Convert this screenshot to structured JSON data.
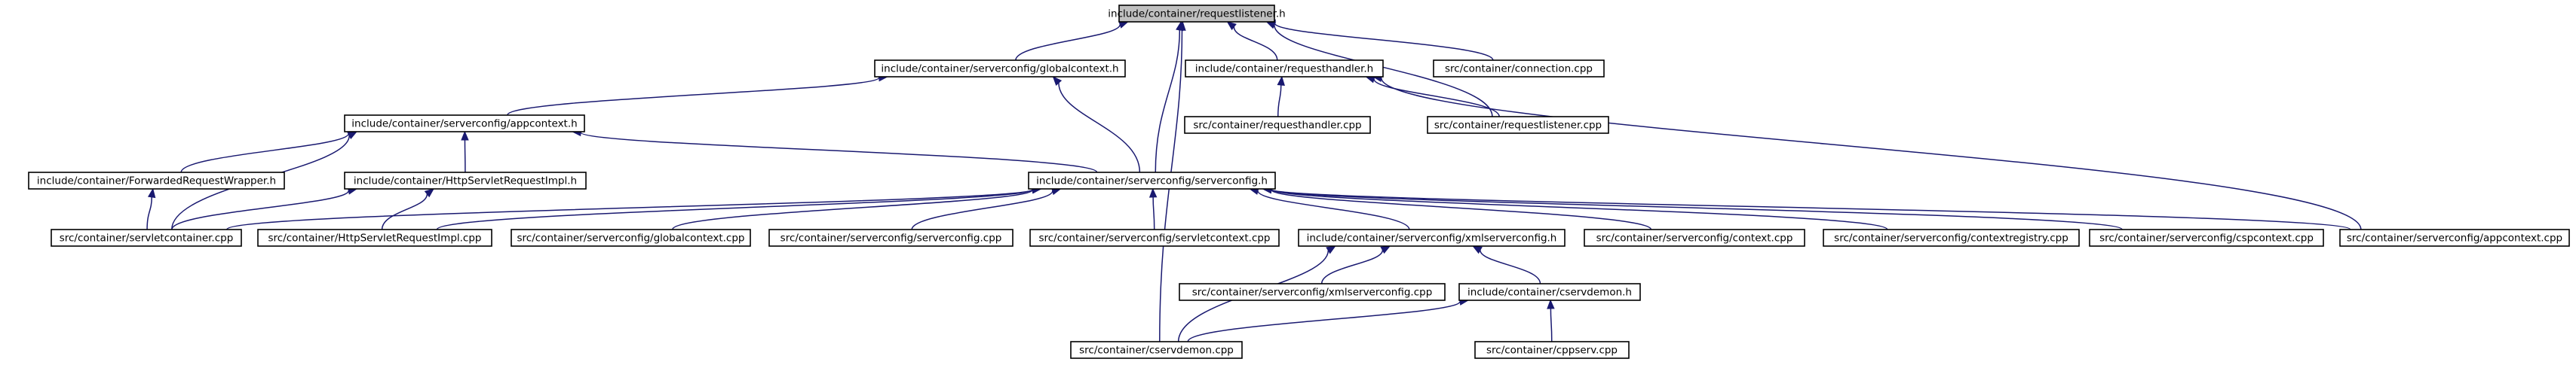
{
  "nodes": [
    {
      "id": "requestlistener_h",
      "label": "include/container/requestlistener.h",
      "root": true
    },
    {
      "id": "globalcontext_h",
      "label": "include/container/serverconfig/globalcontext.h"
    },
    {
      "id": "requesthandler_h",
      "label": "include/container/requesthandler.h"
    },
    {
      "id": "connection_cpp",
      "label": "src/container/connection.cpp"
    },
    {
      "id": "appcontext_h",
      "label": "include/container/serverconfig/appcontext.h"
    },
    {
      "id": "requesthandler_cpp",
      "label": "src/container/requesthandler.cpp"
    },
    {
      "id": "requestlistener_cpp",
      "label": "src/container/requestlistener.cpp"
    },
    {
      "id": "fwdwrapper_h",
      "label": "include/container/ForwardedRequestWrapper.h"
    },
    {
      "id": "httpreqimpl_h",
      "label": "include/container/HttpServletRequestImpl.h"
    },
    {
      "id": "serverconfig_h",
      "label": "include/container/serverconfig/serverconfig.h"
    },
    {
      "id": "servletcontainer_cpp",
      "label": "src/container/servletcontainer.cpp"
    },
    {
      "id": "httpreqimpl_cpp",
      "label": "src/container/HttpServletRequestImpl.cpp"
    },
    {
      "id": "globalcontext_cpp",
      "label": "src/container/serverconfig/globalcontext.cpp"
    },
    {
      "id": "serverconfig_cpp",
      "label": "src/container/serverconfig/serverconfig.cpp"
    },
    {
      "id": "servletcontext_cpp",
      "label": "src/container/serverconfig/servletcontext.cpp"
    },
    {
      "id": "xmlserverconfig_h",
      "label": "include/container/serverconfig/xmlserverconfig.h"
    },
    {
      "id": "context_cpp",
      "label": "src/container/serverconfig/context.cpp"
    },
    {
      "id": "contextregistry_cpp",
      "label": "src/container/serverconfig/contextregistry.cpp"
    },
    {
      "id": "cspcontext_cpp",
      "label": "src/container/serverconfig/cspcontext.cpp"
    },
    {
      "id": "appcontext_cpp",
      "label": "src/container/serverconfig/appcontext.cpp"
    },
    {
      "id": "xmlserverconfig_cpp",
      "label": "src/container/serverconfig/xmlserverconfig.cpp"
    },
    {
      "id": "cservdemon_h",
      "label": "include/container/cservdemon.h"
    },
    {
      "id": "cservdemon_cpp",
      "label": "src/container/cservdemon.cpp"
    },
    {
      "id": "cppserv_cpp",
      "label": "src/container/cppserv.cpp"
    }
  ],
  "edges": [
    {
      "from": "globalcontext_h",
      "to": "requestlistener_h"
    },
    {
      "from": "requesthandler_h",
      "to": "requestlistener_h"
    },
    {
      "from": "connection_cpp",
      "to": "requestlistener_h"
    },
    {
      "from": "requestlistener_cpp",
      "to": "requestlistener_h"
    },
    {
      "from": "serverconfig_h",
      "to": "requestlistener_h"
    },
    {
      "from": "cservdemon_cpp",
      "to": "requestlistener_h"
    },
    {
      "from": "appcontext_h",
      "to": "globalcontext_h"
    },
    {
      "from": "serverconfig_h",
      "to": "globalcontext_h"
    },
    {
      "from": "requesthandler_cpp",
      "to": "requesthandler_h"
    },
    {
      "from": "requestlistener_cpp",
      "to": "requesthandler_h"
    },
    {
      "from": "appcontext_cpp",
      "to": "requesthandler_h"
    },
    {
      "from": "fwdwrapper_h",
      "to": "appcontext_h"
    },
    {
      "from": "httpreqimpl_h",
      "to": "appcontext_h"
    },
    {
      "from": "servletcontainer_cpp",
      "to": "appcontext_h"
    },
    {
      "from": "serverconfig_h",
      "to": "appcontext_h"
    },
    {
      "from": "servletcontainer_cpp",
      "to": "fwdwrapper_h"
    },
    {
      "from": "servletcontainer_cpp",
      "to": "httpreqimpl_h"
    },
    {
      "from": "httpreqimpl_cpp",
      "to": "httpreqimpl_h"
    },
    {
      "from": "servletcontainer_cpp",
      "to": "serverconfig_h"
    },
    {
      "from": "httpreqimpl_cpp",
      "to": "serverconfig_h"
    },
    {
      "from": "globalcontext_cpp",
      "to": "serverconfig_h"
    },
    {
      "from": "serverconfig_cpp",
      "to": "serverconfig_h"
    },
    {
      "from": "servletcontext_cpp",
      "to": "serverconfig_h"
    },
    {
      "from": "xmlserverconfig_h",
      "to": "serverconfig_h"
    },
    {
      "from": "context_cpp",
      "to": "serverconfig_h"
    },
    {
      "from": "contextregistry_cpp",
      "to": "serverconfig_h"
    },
    {
      "from": "cspcontext_cpp",
      "to": "serverconfig_h"
    },
    {
      "from": "appcontext_cpp",
      "to": "serverconfig_h"
    },
    {
      "from": "xmlserverconfig_cpp",
      "to": "xmlserverconfig_h"
    },
    {
      "from": "cservdemon_h",
      "to": "xmlserverconfig_h"
    },
    {
      "from": "cservdemon_cpp",
      "to": "xmlserverconfig_h"
    },
    {
      "from": "cservdemon_cpp",
      "to": "cservdemon_h"
    },
    {
      "from": "cppserv_cpp",
      "to": "cservdemon_h"
    }
  ]
}
